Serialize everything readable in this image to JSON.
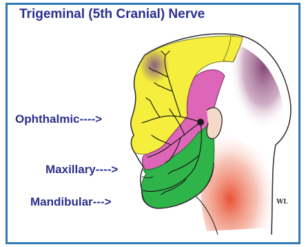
{
  "title": "Trigeminal (5th Cranial) Nerve",
  "branches": [
    {
      "name": "Ophthalmic---->",
      "color": "#f5ee3c"
    },
    {
      "name": "Maxillary---->",
      "color": "#dd66b8"
    },
    {
      "name": "Mandibular--->",
      "color": "#2fb44a"
    }
  ],
  "artist_initials": "WL",
  "colors": {
    "frame": "#2f79b9",
    "text": "#2a2f8e",
    "ophthalmic": "#f5ee3c",
    "maxillary": "#dd66b8",
    "mandibular": "#2fb44a",
    "nerve": "#1a1a1a",
    "scalp_shading": "#8a4b7a",
    "neck_shading": "#e05a3a"
  }
}
